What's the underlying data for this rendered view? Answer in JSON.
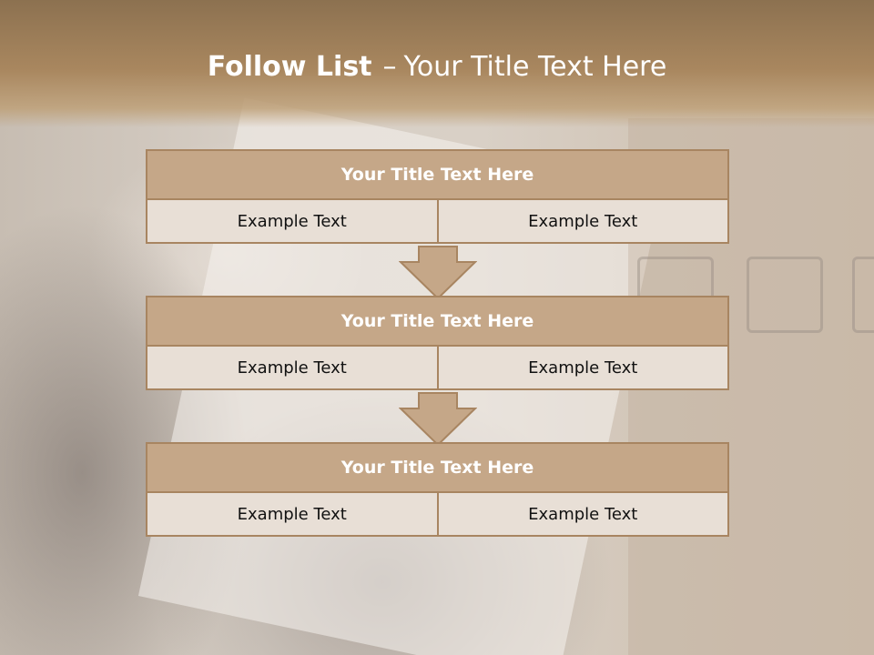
{
  "slide": {
    "title_bold": "Follow List",
    "title_separator": "–",
    "title_rest": "Your Title Text Here"
  },
  "steps": [
    {
      "title": "Your Title Text Here",
      "cells": [
        "Example Text",
        "Example Text"
      ]
    },
    {
      "title": "Your Title Text Here",
      "cells": [
        "Example Text",
        "Example Text"
      ]
    },
    {
      "title": "Your Title Text Here",
      "cells": [
        "Example Text",
        "Example Text"
      ]
    }
  ],
  "colors": {
    "title_band": "#a9875f",
    "block_title_fill": "#c5a788",
    "block_border": "#a88561",
    "cell_fill": "#e8dfd6",
    "arrow_fill": "#c5a788"
  },
  "icons": [
    "down-arrow-icon",
    "down-arrow-icon"
  ]
}
